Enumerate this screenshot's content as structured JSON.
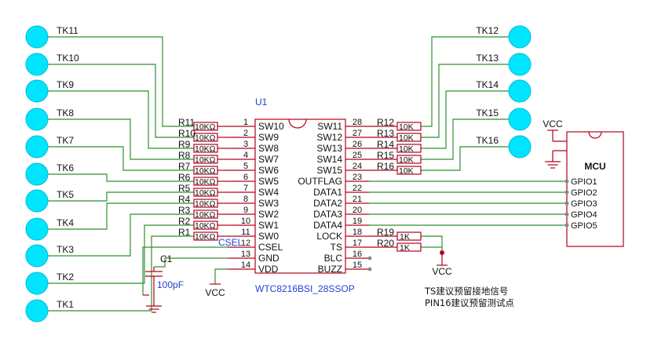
{
  "colors": {
    "wire": "#2f8f2f",
    "component": "#b3001b",
    "pad": "#00e5ff",
    "designator": "#1f3fd6",
    "text": "#111111"
  },
  "pads_left": [
    "TK11",
    "TK10",
    "TK9",
    "TK8",
    "TK7",
    "TK6",
    "TK5",
    "TK4",
    "TK3",
    "TK2",
    "TK1"
  ],
  "pads_right": [
    "TK12",
    "TK13",
    "TK14",
    "TK15",
    "TK16"
  ],
  "ic": {
    "designator": "U1",
    "part": "WTC8216BSI_28SSOP",
    "left_pins": [
      {
        "num": "1",
        "name": "SW10"
      },
      {
        "num": "2",
        "name": "SW9"
      },
      {
        "num": "3",
        "name": "SW8"
      },
      {
        "num": "4",
        "name": "SW7"
      },
      {
        "num": "5",
        "name": "SW6"
      },
      {
        "num": "6",
        "name": "SW5"
      },
      {
        "num": "7",
        "name": "SW4"
      },
      {
        "num": "8",
        "name": "SW3"
      },
      {
        "num": "9",
        "name": "SW2"
      },
      {
        "num": "10",
        "name": "SW1"
      },
      {
        "num": "11",
        "name": "SW0"
      },
      {
        "num": "12",
        "name": "CSEL"
      },
      {
        "num": "13",
        "name": "GND"
      },
      {
        "num": "14",
        "name": "VDD"
      }
    ],
    "right_pins": [
      {
        "num": "28",
        "name": "SW11"
      },
      {
        "num": "27",
        "name": "SW12"
      },
      {
        "num": "26",
        "name": "SW13"
      },
      {
        "num": "25",
        "name": "SW14"
      },
      {
        "num": "24",
        "name": "SW15"
      },
      {
        "num": "23",
        "name": "OUTFLAG"
      },
      {
        "num": "22",
        "name": "DATA1"
      },
      {
        "num": "21",
        "name": "DATA2"
      },
      {
        "num": "20",
        "name": "DATA3"
      },
      {
        "num": "19",
        "name": "DATA4"
      },
      {
        "num": "18",
        "name": "LOCK"
      },
      {
        "num": "17",
        "name": "TS"
      },
      {
        "num": "16",
        "name": "BLC"
      },
      {
        "num": "15",
        "name": "BUZZ"
      }
    ]
  },
  "resistors_left": [
    {
      "ref": "R11",
      "value": "10KΩ"
    },
    {
      "ref": "R10",
      "value": "10KΩ"
    },
    {
      "ref": "R9",
      "value": "10KΩ"
    },
    {
      "ref": "R8",
      "value": "10KΩ"
    },
    {
      "ref": "R7",
      "value": "10KΩ"
    },
    {
      "ref": "R6",
      "value": "10KΩ"
    },
    {
      "ref": "R5",
      "value": "10KΩ"
    },
    {
      "ref": "R4",
      "value": "10KΩ"
    },
    {
      "ref": "R3",
      "value": "10KΩ"
    },
    {
      "ref": "R2",
      "value": "10KΩ"
    },
    {
      "ref": "R1",
      "value": "10KΩ"
    }
  ],
  "resistors_right": [
    {
      "ref": "R12",
      "value": "10K"
    },
    {
      "ref": "R13",
      "value": "10K"
    },
    {
      "ref": "R14",
      "value": "10K"
    },
    {
      "ref": "R15",
      "value": "10K"
    },
    {
      "ref": "R16",
      "value": "10K"
    }
  ],
  "resistors_lock": [
    {
      "ref": "R19",
      "value": "1K"
    },
    {
      "ref": "R20",
      "value": "1K"
    }
  ],
  "cap": {
    "ref": "C1",
    "value": "100pF"
  },
  "csel_label": "CSEL",
  "vcc_label": "VCC",
  "mcu": {
    "title": "MCU",
    "pins": [
      "GPIO1",
      "GPIO2",
      "GPIO3",
      "GPIO4",
      "GPIO5"
    ]
  },
  "notes": [
    "TS建议预留接地信号",
    "PIN16建议预留测试点"
  ]
}
